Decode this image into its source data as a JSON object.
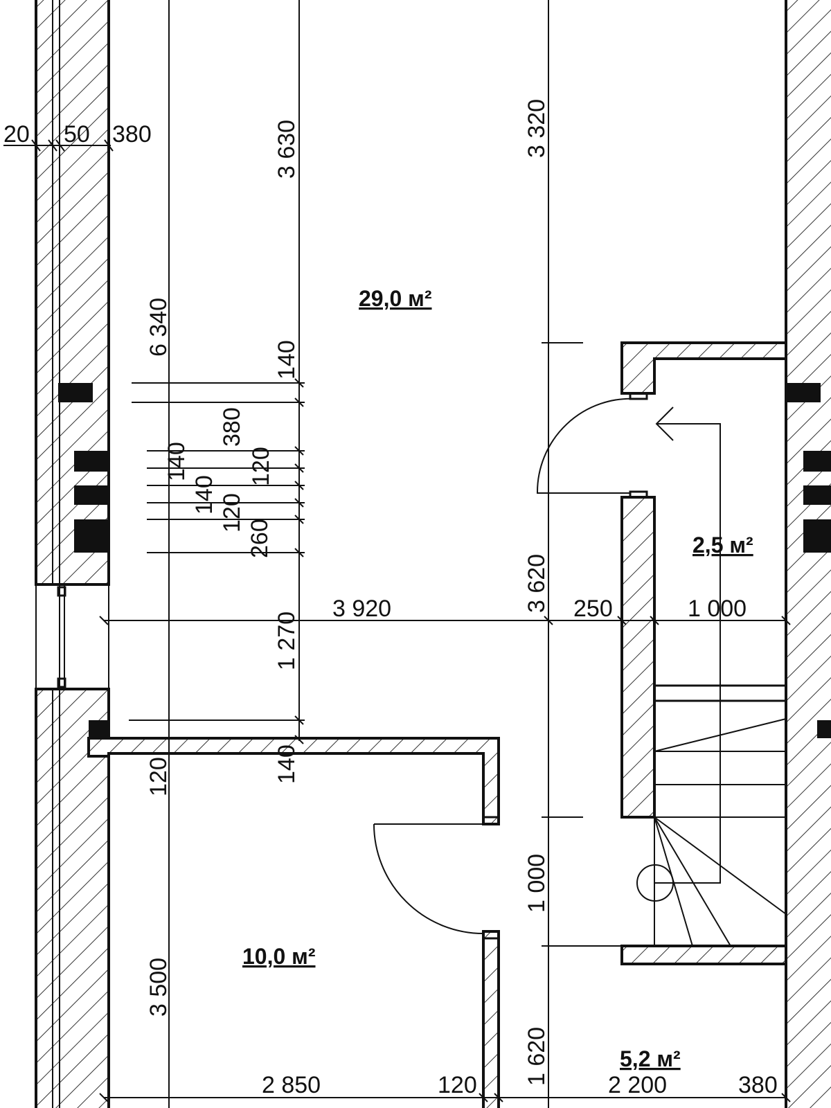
{
  "rooms": {
    "main_area": "29,0 м²",
    "small_room_area": "10,0 м²",
    "wc_area": "2,5 м²",
    "hall_area": "5,2 м²"
  },
  "dimensions": {
    "d20": "20",
    "d50": "50",
    "d380_top": "380",
    "d3630": "3 630",
    "d3320": "3 320",
    "d6340": "6 340",
    "d140_a": "140",
    "d380_mid": "380",
    "d140_b": "140",
    "d120_a": "120",
    "d140_c": "140",
    "d120_b": "120",
    "d260": "260",
    "d3620": "3 620",
    "d3920": "3 920",
    "d250": "250",
    "d1000_h": "1 000",
    "d1270": "1 270",
    "d120_left": "120",
    "d140_low": "140",
    "d1000_v": "1 000",
    "d3500": "3 500",
    "d1620": "1 620",
    "d2850": "2 850",
    "d120_bottom": "120",
    "d2200": "2 200",
    "d380_bottom": "380"
  }
}
